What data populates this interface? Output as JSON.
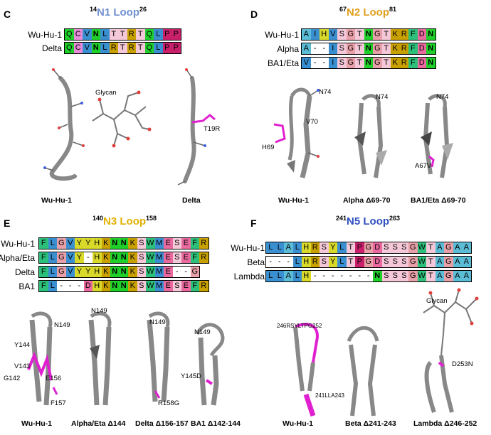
{
  "panels": {
    "C": {
      "letter": "C",
      "title_start": "14",
      "title_name": "N1 Loop",
      "title_end": "26",
      "title_color": "#6f8fd0",
      "rows": [
        {
          "name": "Wu-Hu-1",
          "seq": [
            "Q",
            "C",
            "V",
            "N",
            "L",
            "T",
            "T",
            "R",
            "T",
            "Q",
            "L",
            "P",
            "P"
          ]
        },
        {
          "name": "Delta",
          "seq": [
            "Q",
            "C",
            "V",
            "N",
            "L",
            "R",
            "T",
            "R",
            "T",
            "Q",
            "L",
            "P",
            "P"
          ]
        }
      ],
      "captions": [
        "Wu-Hu-1",
        "Delta"
      ],
      "annotations": [
        "Glycan",
        "T19R"
      ]
    },
    "D": {
      "letter": "D",
      "title_start": "67",
      "title_name": "N2 Loop",
      "title_end": "81",
      "title_color": "#e0a020",
      "rows": [
        {
          "name": "Wu-Hu-1",
          "seq": [
            "A",
            "I",
            "H",
            "V",
            "S",
            "G",
            "T",
            "N",
            "G",
            "T",
            "K",
            "R",
            "F",
            "D",
            "N"
          ]
        },
        {
          "name": "Alpha",
          "seq": [
            "A",
            "-",
            "-",
            "I",
            "S",
            "G",
            "T",
            "N",
            "G",
            "T",
            "K",
            "R",
            "F",
            "D",
            "N"
          ]
        },
        {
          "name": "BA1/Eta",
          "seq": [
            "V",
            "-",
            "-",
            "I",
            "S",
            "G",
            "T",
            "N",
            "G",
            "T",
            "K",
            "R",
            "F",
            "D",
            "N"
          ]
        }
      ],
      "captions": [
        "Wu-Hu-1",
        "Alpha Δ69-70",
        "BA1/Eta Δ69-70"
      ],
      "annotations": [
        "N74",
        "V70",
        "H69",
        "N74",
        "N74",
        "A67V"
      ]
    },
    "E": {
      "letter": "E",
      "title_start": "140",
      "title_name": "N3 Loop",
      "title_end": "158",
      "title_color": "#e0b000",
      "rows": [
        {
          "name": "Wu-Hu-1",
          "seq": [
            "F",
            "L",
            "G",
            "V",
            "Y",
            "Y",
            "H",
            "K",
            "N",
            "N",
            "K",
            "S",
            "W",
            "M",
            "E",
            "S",
            "E",
            "F",
            "R"
          ]
        },
        {
          "name": "Alpha/Eta",
          "seq": [
            "F",
            "L",
            "G",
            "V",
            "Y",
            "-",
            "H",
            "K",
            "N",
            "N",
            "K",
            "S",
            "W",
            "M",
            "E",
            "S",
            "E",
            "F",
            "R"
          ]
        },
        {
          "name": "Delta",
          "seq": [
            "F",
            "L",
            "G",
            "V",
            "Y",
            "Y",
            "H",
            "K",
            "N",
            "N",
            "K",
            "S",
            "W",
            "M",
            "E",
            "-",
            "-",
            "G"
          ]
        },
        {
          "name": "BA1",
          "seq": [
            "F",
            "L",
            "-",
            "-",
            "-",
            "D",
            "H",
            "K",
            "N",
            "N",
            "K",
            "S",
            "W",
            "M",
            "E",
            "S",
            "E",
            "F",
            "R"
          ]
        }
      ],
      "captions": [
        "Wu-Hu-1",
        "Alpha/Eta Δ144",
        "Delta Δ156-157",
        "BA1 Δ142-144"
      ],
      "annotations": [
        "N149",
        "Y144",
        "V143",
        "G142",
        "E156",
        "F157",
        "N149",
        "N149",
        "R158G",
        "N149",
        "Y145D"
      ]
    },
    "F": {
      "letter": "F",
      "title_start": "241",
      "title_name": "N5 Loop",
      "title_end": "263",
      "title_color": "#3050c0",
      "rows": [
        {
          "name": "Wu-Hu-1",
          "seq": [
            "L",
            "L",
            "A",
            "L",
            "H",
            "R",
            "S",
            "Y",
            "L",
            "T",
            "P",
            "G",
            "D",
            "S",
            "S",
            "S",
            "G",
            "W",
            "T",
            "A",
            "G",
            "A",
            "A"
          ]
        },
        {
          "name": "Beta",
          "seq": [
            "-",
            "-",
            "-",
            "L",
            "H",
            "R",
            "S",
            "Y",
            "L",
            "T",
            "P",
            "G",
            "D",
            "S",
            "S",
            "S",
            "G",
            "W",
            "T",
            "A",
            "G",
            "A",
            "A"
          ]
        },
        {
          "name": "Lambda",
          "seq": [
            "L",
            "L",
            "A",
            "L",
            "H",
            "-",
            "-",
            "-",
            "-",
            "-",
            "-",
            "-",
            "N",
            "S",
            "S",
            "S",
            "G",
            "W",
            "T",
            "A",
            "G",
            "A",
            "A"
          ]
        }
      ],
      "captions": [
        "Wu-Hu-1",
        "Beta Δ241-243",
        "Lambda Δ246-252"
      ],
      "annotations": [
        "246RSYLTPG252",
        "241LLA243",
        "Glycan",
        "D253N"
      ]
    }
  },
  "residue_colors": {
    "A": "#5bbcd6",
    "I": "#3a8fd0",
    "L": "#3a8fd0",
    "V": "#3a8fd0",
    "M": "#3a8fd0",
    "F": "#2cc07a",
    "W": "#2cc07a",
    "Y": "#d9d92a",
    "H": "#d9d92a",
    "C": "#e88cd8",
    "G": "#e8a0a8",
    "P": "#c8206a",
    "S": "#f4c8d8",
    "T": "#f4c8d8",
    "N": "#1fd02a",
    "Q": "#1fd02a",
    "D": "#ea6aa0",
    "E": "#ea6aa0",
    "K": "#c8a000",
    "R": "#c8a000",
    "-": "#ffffff"
  },
  "highlight_color": "#e020d0"
}
